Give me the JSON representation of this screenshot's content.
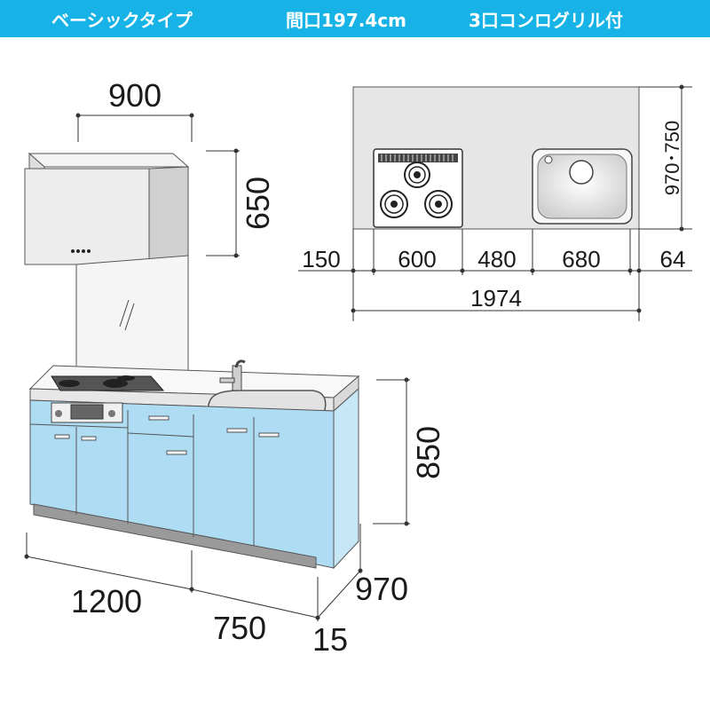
{
  "header": {
    "type": "ベーシックタイプ",
    "frontage": "間口197.4cm",
    "stove": "3口コンログリル付"
  },
  "elevation": {
    "hood_width": "900",
    "hood_height": "650",
    "counter_height": "850",
    "left_width": "1200",
    "right_width": "750",
    "depth": "970",
    "toe_offset": "15"
  },
  "plan": {
    "depth_label": "970･750",
    "segments": [
      "150",
      "600",
      "480",
      "680",
      "64"
    ],
    "total": "1974"
  },
  "colors": {
    "header_bg": "#18b3e6",
    "cabinet_blue": "#aedcf3",
    "hood_gray": "#ececec",
    "plan_bg": "#e6e6e6"
  }
}
